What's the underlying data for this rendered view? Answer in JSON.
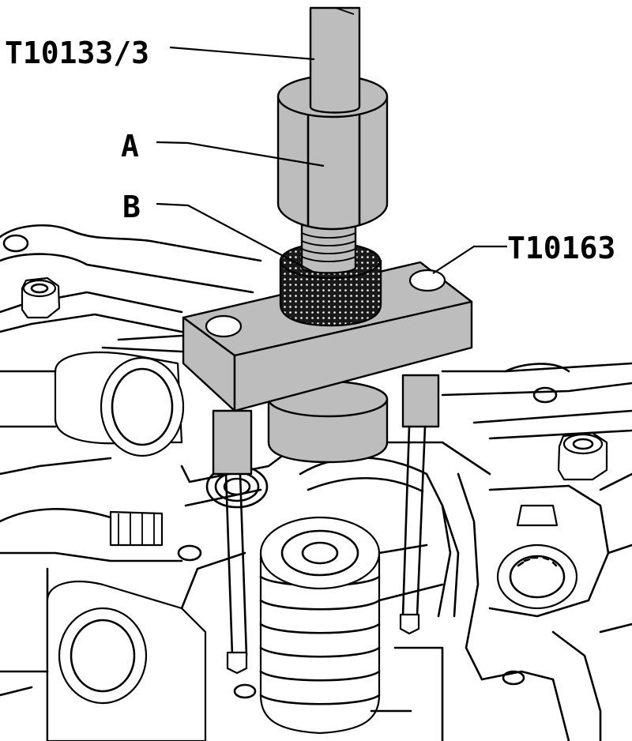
{
  "figure": {
    "labels": {
      "tool_main": "T10133/3",
      "part_a": "A",
      "part_b": "B",
      "tool_puller": "T10163"
    }
  },
  "colors": {
    "background": "#ffffff",
    "line": "#000000",
    "tool_fill": "#bdbdbd",
    "knurl_fill": "#1a1a1a"
  }
}
